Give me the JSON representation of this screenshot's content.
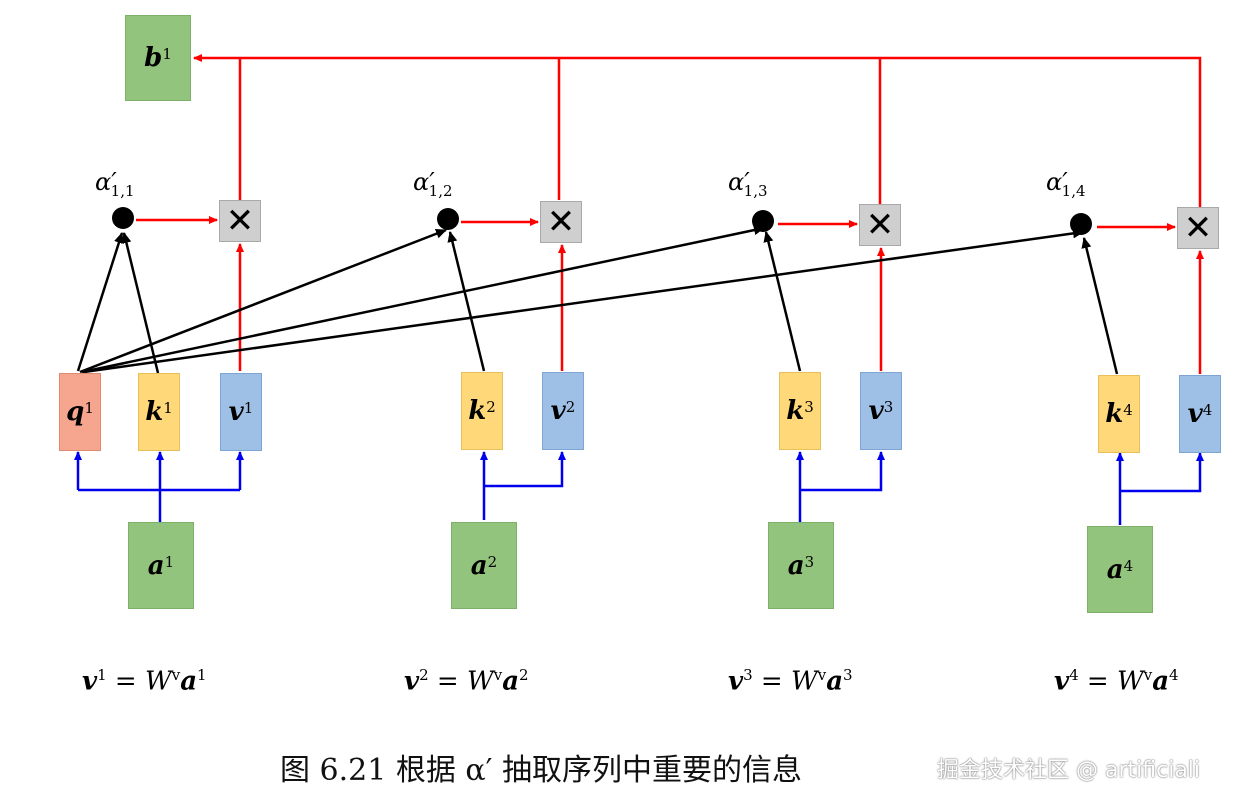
{
  "output": {
    "base": "b",
    "sup": "1"
  },
  "inputs": [
    {
      "base": "a",
      "sup": "1"
    },
    {
      "base": "a",
      "sup": "2"
    },
    {
      "base": "a",
      "sup": "3"
    },
    {
      "base": "a",
      "sup": "4"
    }
  ],
  "query": {
    "base": "q",
    "sup": "1"
  },
  "keys": [
    {
      "base": "k",
      "sup": "1"
    },
    {
      "base": "k",
      "sup": "2"
    },
    {
      "base": "k",
      "sup": "3"
    },
    {
      "base": "k",
      "sup": "4"
    }
  ],
  "values": [
    {
      "base": "v",
      "sup": "1"
    },
    {
      "base": "v",
      "sup": "2"
    },
    {
      "base": "v",
      "sup": "3"
    },
    {
      "base": "v",
      "sup": "4"
    }
  ],
  "alphas": [
    {
      "base": "α′",
      "sub": "1,1"
    },
    {
      "base": "α′",
      "sub": "1,2"
    },
    {
      "base": "α′",
      "sub": "1,3"
    },
    {
      "base": "α′",
      "sub": "1,4"
    }
  ],
  "multiply_symbol": "✕",
  "equations": [
    {
      "v": "v",
      "vsup": "1",
      "eq": " = W",
      "wsup": "v",
      "a": "a",
      "asup": "1"
    },
    {
      "v": "v",
      "vsup": "2",
      "eq": " = W",
      "wsup": "v",
      "a": "a",
      "asup": "2"
    },
    {
      "v": "v",
      "vsup": "3",
      "eq": " = W",
      "wsup": "v",
      "a": "a",
      "asup": "3"
    },
    {
      "v": "v",
      "vsup": "4",
      "eq": " = W",
      "wsup": "v",
      "a": "a",
      "asup": "4"
    }
  ],
  "caption": "图 6.21   根据 α′ 抽取序列中重要的信息",
  "watermark": "掘金技术社区 @ artificiali",
  "colors": {
    "red_arrow": "#ff0000",
    "blue_arrow": "#0000ee",
    "black_arrow": "#000000",
    "green_box": "#93c47d",
    "query_box": "#f6a58f",
    "key_box": "#ffd87a",
    "value_box": "#9fc0e6",
    "multiply_box": "#cfcfcf"
  }
}
